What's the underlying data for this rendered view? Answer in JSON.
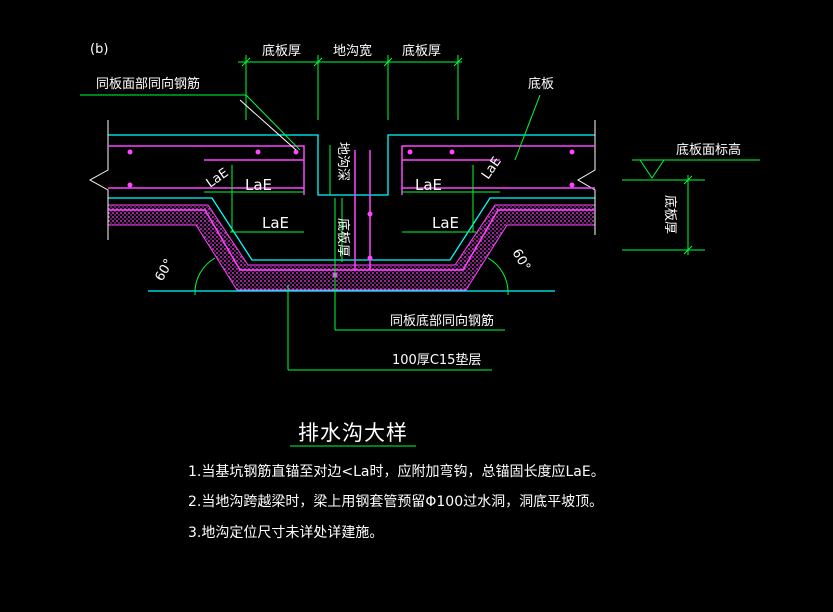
{
  "labels": {
    "part_tag": "(b)",
    "bottom_slab_thk": "底板厚",
    "trench_width": "地沟宽",
    "same_dir_top_rebar": "同板面部同向钢筋",
    "bottom_slab": "底板",
    "trench_depth": "地沟深",
    "slab_top_elev": "底板面标高",
    "lae": "LaE",
    "lae_italic": "LaE",
    "angle_60": "60°",
    "same_dir_bottom_rebar": "同板底部同向钢筋",
    "cushion": "100厚C15垫层"
  },
  "title": "排水沟大样",
  "notes": [
    "1.当基坑钢筋直锚至对边<La时，应附加弯钩，总锚固长度应LaE。",
    "2.当地沟跨越梁时，梁上用钢套管预留Φ100过水洞，洞底平坡顶。",
    "3.地沟定位尺寸未详处详建施。"
  ],
  "colors": {
    "background": "#000000",
    "outline": "#00ffff",
    "rebar": "#ff44ff",
    "dimension": "#00ff33",
    "leader": "#ffffff",
    "text": "#ffffff"
  }
}
